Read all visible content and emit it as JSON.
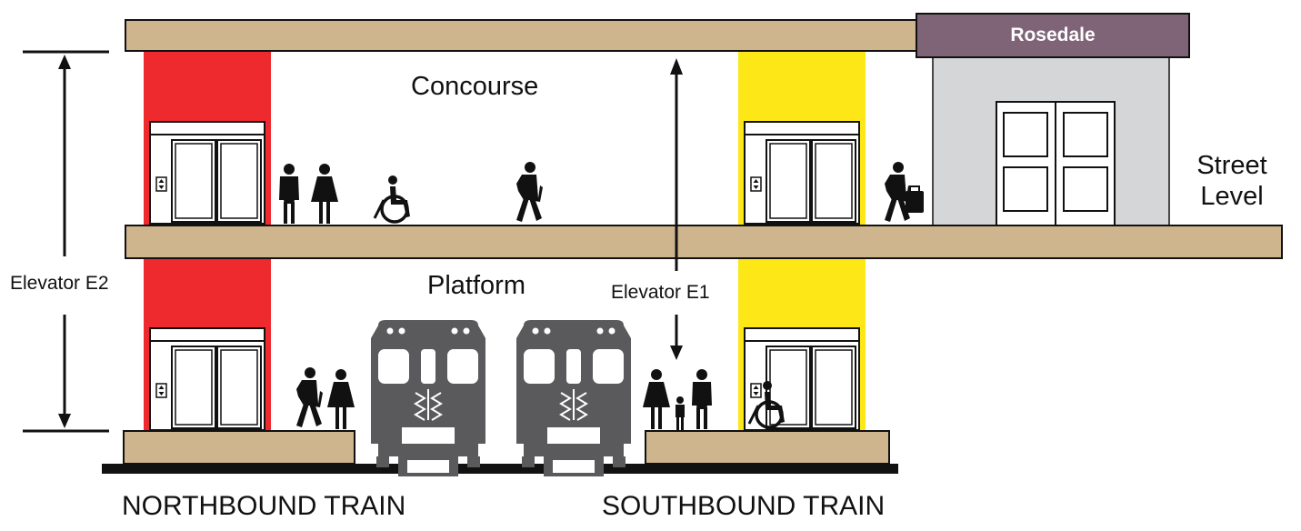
{
  "station": {
    "name": "Rosedale"
  },
  "levels": {
    "concourse": "Concourse",
    "platform": "Platform",
    "street": [
      "Street",
      "Level"
    ]
  },
  "elevators": {
    "e1": "Elevator E1",
    "e2": "Elevator E2"
  },
  "trains": {
    "northbound": "NORTHBOUND TRAIN",
    "southbound": "SOUTHBOUND TRAIN"
  },
  "colors": {
    "floor": "#cfb58e",
    "elevator_e2": "#ee2a2f",
    "elevator_e1": "#fde716",
    "station_sign": "#7f6478",
    "building": "#d5d6d8",
    "train": "#5a5a5c",
    "rail": "#111111"
  },
  "icons": [
    "elevator-icon",
    "person-icon",
    "wheelchair-icon",
    "walking-person-icon",
    "traveler-luggage-icon",
    "child-icon",
    "train-front-icon"
  ]
}
